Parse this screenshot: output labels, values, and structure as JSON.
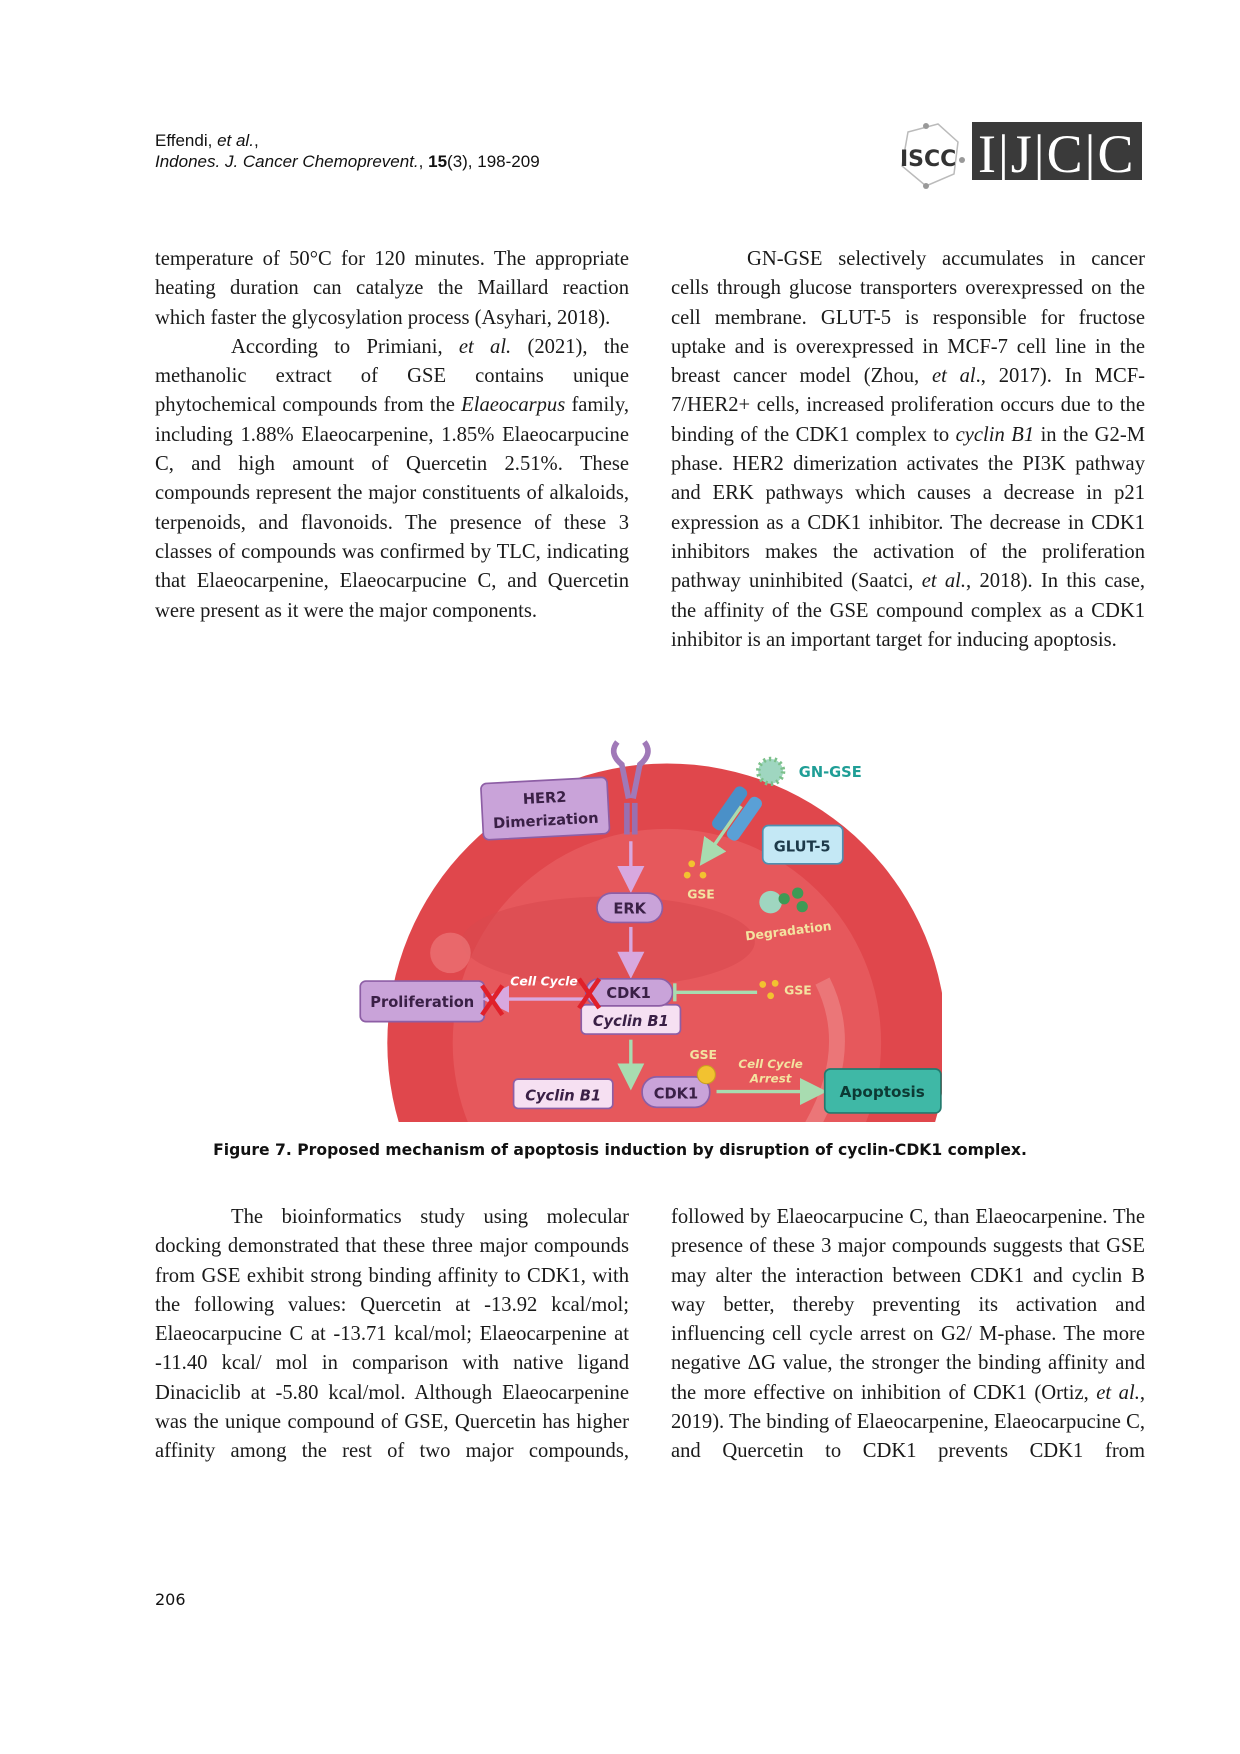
{
  "header": {
    "authors": [
      {
        "t": "Effendi, "
      },
      {
        "t": "et al.",
        "i": true
      },
      {
        "t": ","
      }
    ],
    "citation": [
      {
        "t": "Indones. J. Cancer Chemoprevent.",
        "i": true
      },
      {
        "t": ", "
      },
      {
        "t": "15",
        "b": true
      },
      {
        "t": "(3), 198-209"
      }
    ],
    "logo_text": "ISCC IJCC"
  },
  "top_left": [
    {
      "indent": false,
      "runs": [
        {
          "t": "temperature of 50°C for 120 minutes. The appropriate heating duration can catalyze the Maillard reaction which faster the glycosylation process (Asyhari, 2018)."
        }
      ]
    },
    {
      "indent": true,
      "runs": [
        {
          "t": "According to Primiani, "
        },
        {
          "t": "et al.",
          "i": true
        },
        {
          "t": " (2021), the methanolic extract of GSE contains unique phytochemical compounds from the "
        },
        {
          "t": "Elaeocarpus",
          "i": true
        },
        {
          "t": " family, including 1.88% Elaeocarpenine, 1.85% Elaeocarpucine C, and high amount of Quercetin 2.51%. These compounds represent the major constituents of alkaloids, terpenoids, and flavonoids. The presence of these 3 classes of compounds was confirmed by TLC, indicating that Elaeocarpenine, Elaeocarpucine C, and Quercetin were present as it were the major components."
        }
      ]
    }
  ],
  "top_right": [
    {
      "indent": true,
      "runs": [
        {
          "t": "GN-GSE selectively accumulates in cancer cells through glucose transporters overexpressed on the cell membrane. GLUT-5 is responsible for fructose uptake and is overexpressed in MCF-7 cell line in the breast cancer model (Zhou, "
        },
        {
          "t": "et al",
          "i": true
        },
        {
          "t": "., 2017). In MCF-7/HER2+ cells, increased proliferation occurs due to the binding of the CDK1 complex to "
        },
        {
          "t": "cyclin B1",
          "i": true
        },
        {
          "t": " in the G2-M phase. HER2 dimerization activates the PI3K pathway and ERK pathways which causes a decrease in p21 expression as a CDK1 inhibitor. The decrease in CDK1 inhibitors makes the activation of the proliferation pathway uninhibited (Saatci, "
        },
        {
          "t": "et al.",
          "i": true
        },
        {
          "t": ", 2018). In this case, the affinity of the GSE compound complex as a CDK1 inhibitor is an important target for inducing apoptosis."
        }
      ]
    }
  ],
  "figure": {
    "labels": {
      "her2_line1": "HER2",
      "her2_line2": "Dimerization",
      "gn_gse": "GN-GSE",
      "glut5": "GLUT-5",
      "gse1": "GSE",
      "erk": "ERK",
      "degradation": "Degradation",
      "cell_cycle": "Cell Cycle",
      "proliferation": "Proliferation",
      "cdk1_top": "CDK1",
      "cyclin_top": "Cyclin B1",
      "gse2": "GSE",
      "gse3": "GSE",
      "arrest_line1": "Cell Cycle",
      "arrest_line2": "Arrest",
      "cyclin_bottom": "Cyclin B1",
      "cdk1_bottom": "CDK1",
      "apoptosis": "Apoptosis"
    },
    "colors": {
      "cell": "#e0474c",
      "purple_box": "#c9a3d9",
      "cyclin_box": "#f6e0f2",
      "glut_box": "#c4e8f5",
      "apoptosis_box": "#3fb8a6",
      "green_arrow": "#a8dcb0",
      "gse_dot": "#f2c230",
      "teal_text": "#1f9e96"
    },
    "caption": "Figure 7. Proposed mechanism of apoptosis induction by disruption of cyclin-CDK1 complex."
  },
  "bottom_left": [
    {
      "indent": true,
      "last": true,
      "runs": [
        {
          "t": "The bioinformatics study using molecular docking demonstrated that these three major compounds from GSE exhibit strong binding affinity to CDK1, with the following values: Quercetin at -13.92 kcal/mol; Elaeocarpucine C at -13.71 kcal/mol; Elaeocarpenine at -11.40 kcal/ mol in comparison with native ligand Dinaciclib at -5.80 kcal/mol. Although Elaeocarpenine was the unique compound of GSE, Quercetin has higher affinity among the rest of two major compounds,"
        }
      ]
    }
  ],
  "bottom_right": [
    {
      "indent": false,
      "last": true,
      "runs": [
        {
          "t": "followed by Elaeocarpucine C, than Elaeocarpenine. The presence of these 3 major compounds suggests that GSE may alter the interaction between CDK1 and cyclin B way better, thereby preventing its activation and influencing cell cycle arrest on G2/ M-phase. The more negative ΔG value, the stronger the binding affinity and the more effective on inhibition of CDK1 (Ortiz, "
        },
        {
          "t": "et al.",
          "i": true
        },
        {
          "t": ", 2019). The binding of Elaeocarpenine, Elaeocarpucine C, and Quercetin to CDK1 prevents CDK1 from"
        }
      ]
    }
  ],
  "page_number": "206"
}
